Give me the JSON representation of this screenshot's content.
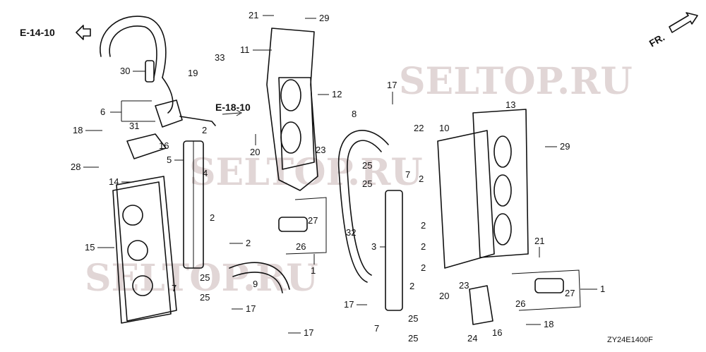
{
  "diagram_code": "ZY24E1400F",
  "references": {
    "ref_left": "E-14-10",
    "ref_right": "E-18-10",
    "front_marker": "FR."
  },
  "watermark": "SELTOP.RU",
  "callouts": [
    "21",
    "29",
    "11",
    "12",
    "33",
    "30",
    "19",
    "6",
    "31",
    "18",
    "16",
    "5",
    "28",
    "14",
    "15",
    "4",
    "2",
    "2",
    "2",
    "2",
    "20",
    "23",
    "8",
    "17",
    "22",
    "10",
    "13",
    "29",
    "25",
    "7",
    "25",
    "27",
    "26",
    "32",
    "3",
    "2",
    "2",
    "2",
    "2",
    "1",
    "25",
    "7",
    "25",
    "9",
    "17",
    "17",
    "25",
    "7",
    "25",
    "17",
    "21",
    "20",
    "23",
    "27",
    "26",
    "1",
    "18",
    "16",
    "24"
  ]
}
